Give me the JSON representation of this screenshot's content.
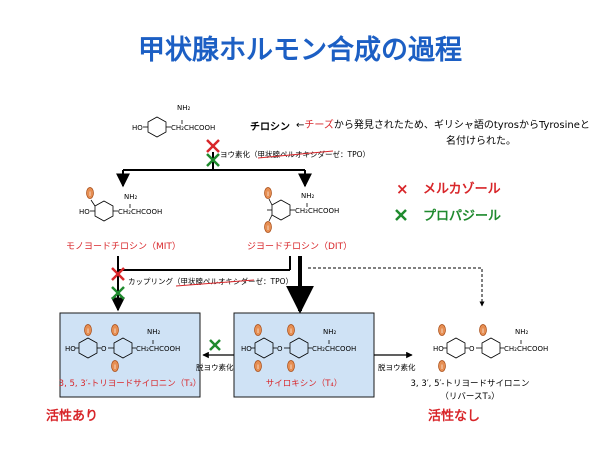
{
  "title": "甲状腺ホルモン合成の過程",
  "colors": {
    "title": "#1c5fc4",
    "red": "#d8262a",
    "green": "#1f8a2e",
    "box_fill": "#cfe2f5",
    "box_stroke": "#1a1a1a",
    "iodine_fill": "#e68e52",
    "iodine_stroke": "#a64a14"
  },
  "tyrosine": {
    "name": "チロシン",
    "note_prefix": "←",
    "note_cheese": "チーズ",
    "note_rest_1": "から発見されたため、ギリシャ語のtyrosからTyrosineと",
    "note_rest_2": "名付けられた。"
  },
  "chem": {
    "ho": "HO",
    "nh2": "NH₂",
    "chain": "CH₂CHCOOH",
    "iodine": "I",
    "oxygen": "O"
  },
  "step1": {
    "label_prefix": "ヨウ素化（",
    "label_enzyme": "甲状腺ペルオキシダーゼ",
    "label_suffix": "：TPO）"
  },
  "step2": {
    "label_prefix": "カップリング（",
    "label_enzyme": "甲状腺ペルオキシダーゼ",
    "label_suffix": "：TPO）"
  },
  "legend": {
    "mark_x": "×",
    "label_x": "メルカゾール",
    "label_check": "プロパジール"
  },
  "mit_label": "モノヨードチロシン（MIT）",
  "dit_label": "ジヨードチロシン（DIT）",
  "t3_label": "3, 5, 3′-トリヨードサイロニン（T₃）",
  "t4_label": "サイロキシン（T₄）",
  "rt3_label_1": "3, 3′, 5′-トリヨードサイロニン",
  "rt3_label_2": "（リバースT₃）",
  "deiod_left": "脱ヨウ素化",
  "deiod_right": "脱ヨウ素化",
  "active": "活性あり",
  "inactive": "活性なし"
}
